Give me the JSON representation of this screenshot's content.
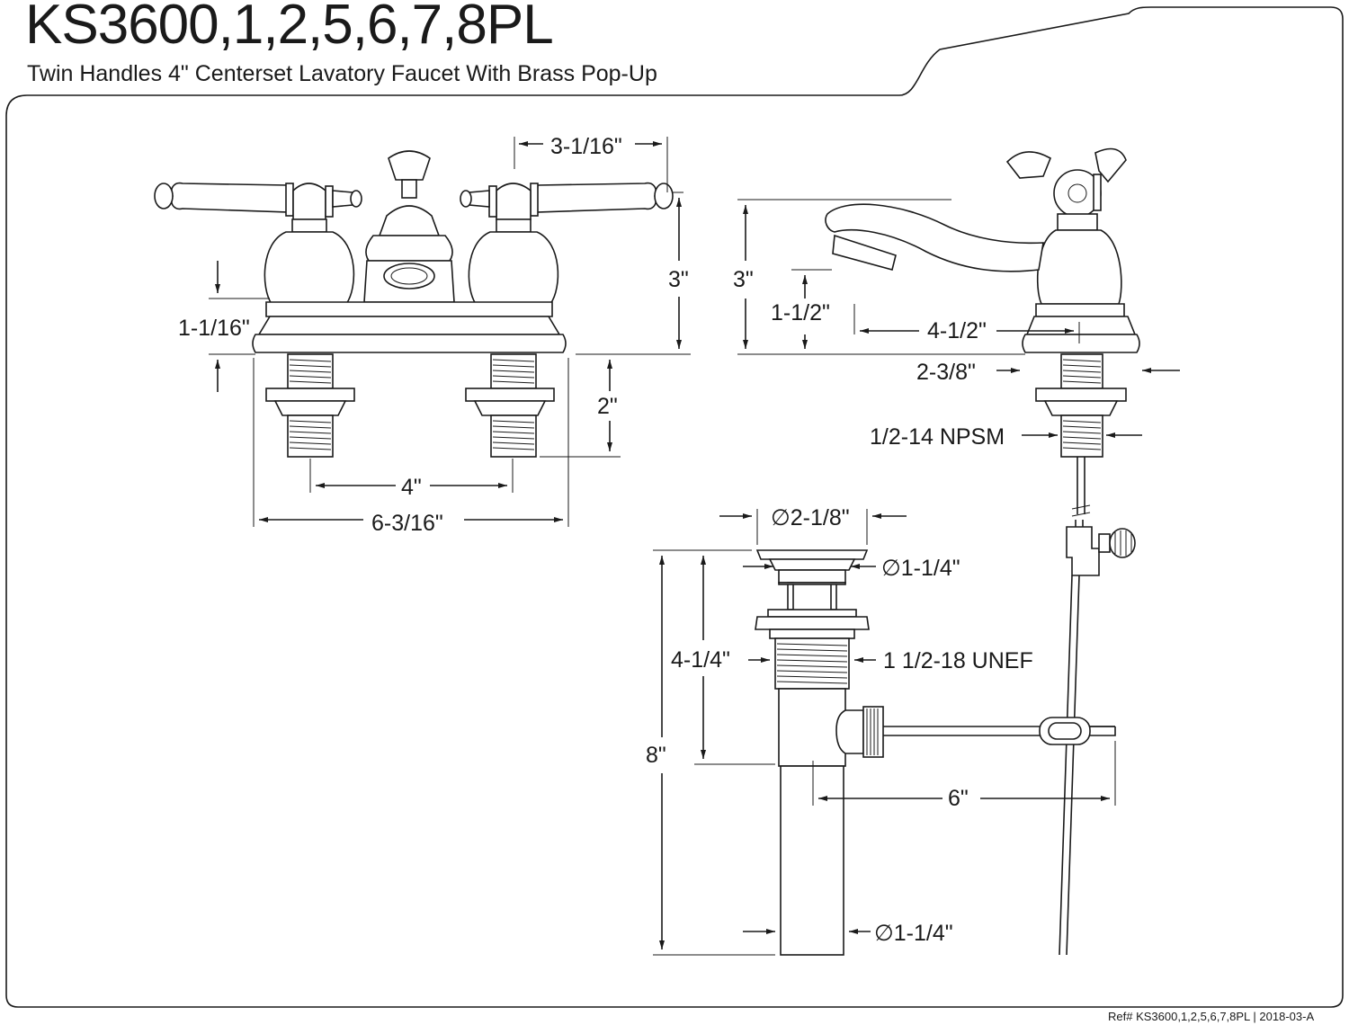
{
  "header": {
    "model": "KS3600,1,2,5,6,7,8PL",
    "description": "Twin Handles 4\" Centerset Lavatory Faucet With Brass Pop-Up"
  },
  "front_view": {
    "spout_offset": "3-1/16\"",
    "height": "3\"",
    "deck_thickness": "1-1/16\"",
    "shank_length": "2\"",
    "center_spacing": "4\"",
    "overall_width": "6-3/16\""
  },
  "side_view": {
    "height": "3\"",
    "spout_clearance": "1-1/2\"",
    "reach": "4-1/2\"",
    "base_depth": "2-3/8\"",
    "thread": "1/2-14 NPSM"
  },
  "drain": {
    "flange_diameter": "∅2-1/8\"",
    "stopper_diameter": "∅1-1/4\"",
    "body_length": "4-1/4\"",
    "body_thread": "1 1/2-18 UNEF",
    "overall_length": "8\"",
    "rod_length": "6\"",
    "tailpiece_diameter": "∅1-1/4\""
  },
  "footer": {
    "reference": "Ref# KS3600,1,2,5,6,7,8PL | 2018-03-A"
  }
}
